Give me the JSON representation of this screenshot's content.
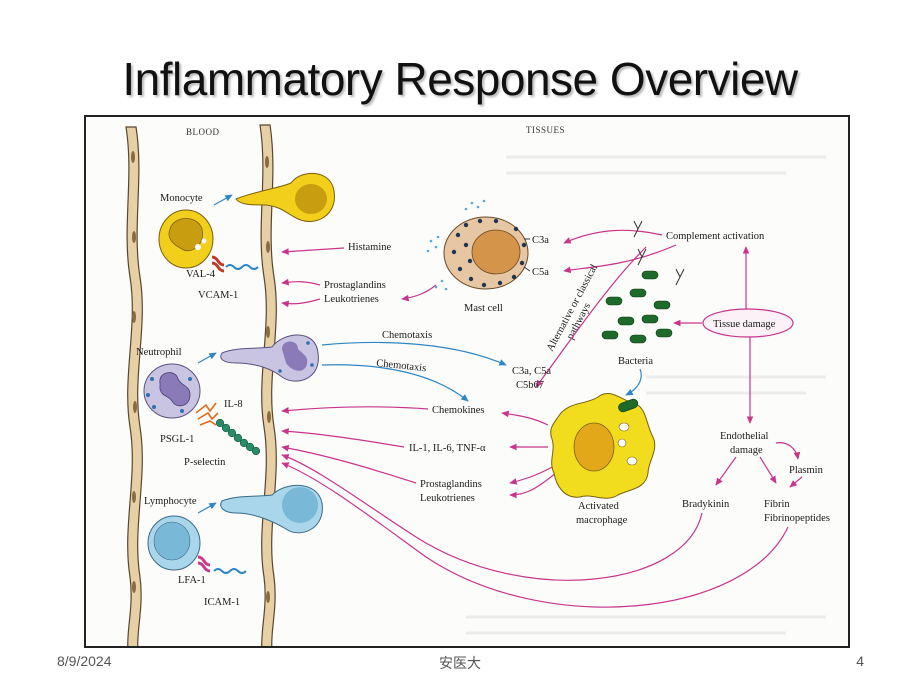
{
  "slide": {
    "title": "Inflammatory Response Overview",
    "footer_date": "8/9/2024",
    "footer_center": "安医大",
    "page_number": "4"
  },
  "figure": {
    "headers": {
      "left": "BLOOD",
      "right": "TISSUES"
    },
    "labels": {
      "monocyte": "Monocyte",
      "val4": "VAL-4",
      "vcam1": "VCAM-1",
      "histamine": "Histamine",
      "prostaglandins1": "Prostaglandins",
      "leukotrienes1": "Leukotrienes",
      "mast_cell": "Mast cell",
      "c3a": "C3a",
      "c5a": "C5a",
      "complement_activation": "Complement activation",
      "pathways_line1": "Alternative or classical",
      "pathways_line2": "pathways",
      "tissue_damage": "Tissue damage",
      "bacteria": "Bacteria",
      "neutrophil": "Neutrophil",
      "chemotaxis1": "Chemotaxis",
      "chemotaxis2": "Chemotaxis",
      "c3a_c5a": "C3a, C5a",
      "c5b67": "C5b67",
      "il8": "IL-8",
      "chemokines": "Chemokines",
      "psgl1": "PSGL-1",
      "pselectin": "P-selectin",
      "il_list": "IL-1, IL-6, TNF-α",
      "prostaglandins2": "Prostaglandins",
      "leukotrienes2": "Leukotrienes",
      "endothelial": "Endothelial",
      "damage": "damage",
      "plasmin": "Plasmin",
      "bradykinin": "Bradykinin",
      "fibrin": "Fibrin",
      "fibrinopeptides": "Fibrinopeptides",
      "lymphocyte": "Lymphocyte",
      "activated": "Activated",
      "macrophage": "macrophage",
      "lfa1": "LFA-1",
      "icam1": "ICAM-1"
    }
  },
  "colors": {
    "arrow_magenta": "#c8358a",
    "arrow_blue": "#2f86c4",
    "vessel_tan": "#e7cfa6",
    "monocyte_yellow": "#f2cf1a",
    "neutrophil_lilac": "#c9c4e2",
    "lymphocyte_blue": "#a9d6ea",
    "mast_cell_tan": "#e7c7a3",
    "bacteria_green": "#1e6a2a"
  }
}
